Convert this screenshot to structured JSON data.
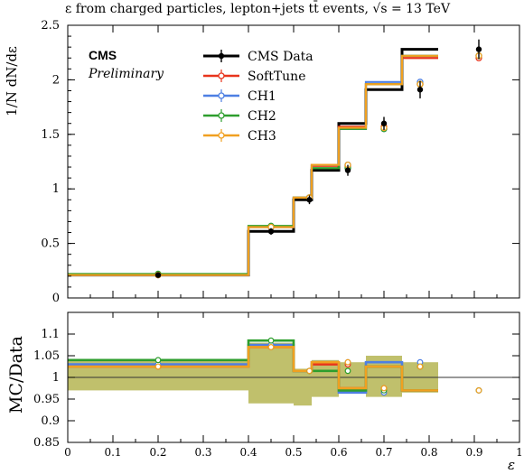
{
  "chart_data": {
    "type": "line",
    "title": "ε from charged particles, lepton+jets tt̄ events, √s = 13 TeV",
    "logo": "CMS",
    "status": "Preliminary",
    "xlabel": "ε",
    "ylabel_top": "1/N dN/dε",
    "ylabel_ratio": "MC/Data",
    "xlim": [
      0,
      1
    ],
    "ylim_top": [
      0,
      2.5
    ],
    "ylim_ratio": [
      0.85,
      1.15
    ],
    "x_ticks": [
      "0",
      "0.1",
      "0.2",
      "0.3",
      "0.4",
      "0.5",
      "0.6",
      "0.7",
      "0.8",
      "0.9",
      "1"
    ],
    "y_ticks_top": [
      "0",
      "0.5",
      "1",
      "1.5",
      "2",
      "2.5"
    ],
    "y_ticks_ratio": [
      "0.85",
      "0.9",
      "0.95",
      "1",
      "1.05",
      "1.1"
    ],
    "bin_edges": [
      0,
      0.4,
      0.5,
      0.54,
      0.6,
      0.66,
      0.74,
      0.82,
      1.0
    ],
    "data": {
      "name": "CMS Data",
      "color": "#000000",
      "x": [
        0.2,
        0.45,
        0.535,
        0.62,
        0.7,
        0.78,
        0.91
      ],
      "values": [
        0.21,
        0.61,
        0.9,
        1.17,
        1.6,
        1.91,
        2.28
      ],
      "errors": [
        0.02,
        0.03,
        0.04,
        0.05,
        0.06,
        0.08,
        0.09
      ]
    },
    "series": [
      {
        "name": "SoftTune",
        "color": "#e8341c",
        "values": [
          0.21,
          0.65,
          0.92,
          1.21,
          1.57,
          1.96,
          2.2
        ],
        "ratio": [
          1.025,
          1.07,
          1.015,
          1.03,
          0.975,
          1.025,
          0.97
        ]
      },
      {
        "name": "CH1",
        "color": "#4d7fe3",
        "values": [
          0.21,
          0.65,
          0.92,
          1.22,
          1.55,
          1.98,
          2.22
        ],
        "ratio": [
          1.03,
          1.075,
          1.015,
          1.035,
          0.965,
          1.035,
          0.97
        ]
      },
      {
        "name": "CH2",
        "color": "#2d9e2d",
        "values": [
          0.22,
          0.66,
          0.92,
          1.19,
          1.55,
          1.96,
          2.22
        ],
        "ratio": [
          1.04,
          1.085,
          1.015,
          1.015,
          0.97,
          1.025,
          0.97
        ]
      },
      {
        "name": "CH3",
        "color": "#f0a020",
        "values": [
          0.21,
          0.65,
          0.92,
          1.22,
          1.56,
          1.96,
          2.22
        ],
        "ratio": [
          1.025,
          1.07,
          1.015,
          1.035,
          0.975,
          1.025,
          0.97
        ]
      }
    ],
    "ratio_band": {
      "color": "#b5b552",
      "low": [
        0.97,
        0.94,
        0.935,
        0.955,
        0.965,
        0.955,
        0.965
      ],
      "high": [
        1.04,
        1.08,
        1.02,
        1.04,
        1.035,
        1.05,
        1.035
      ]
    },
    "legend_placement": "top-left",
    "grid": false
  }
}
